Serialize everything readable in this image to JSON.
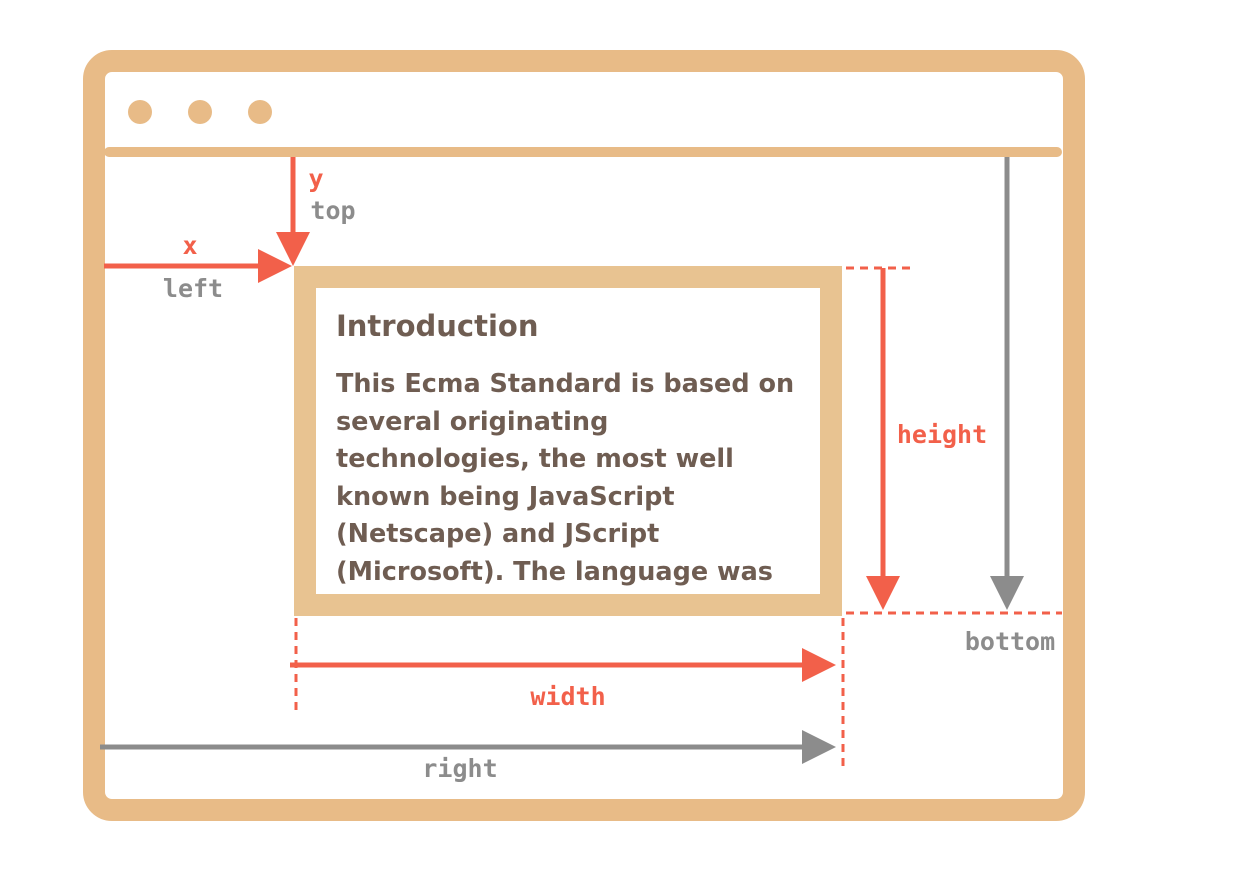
{
  "card": {
    "title": "Introduction",
    "body": "This Ecma Standard is based on several originating technologies, the most well known being JavaScript (Netscape) and JScript (Microsoft). The language was invented by Brendan Eich at"
  },
  "labels": {
    "y": "y",
    "top": "top",
    "x": "x",
    "left": "left",
    "height": "height",
    "bottom": "bottom",
    "width": "width",
    "right": "right"
  },
  "colors": {
    "frame": "#e8bb87",
    "card_border": "#e8c391",
    "red": "#f2604a",
    "gray": "#8c8c8c",
    "text": "#6f5d52"
  }
}
